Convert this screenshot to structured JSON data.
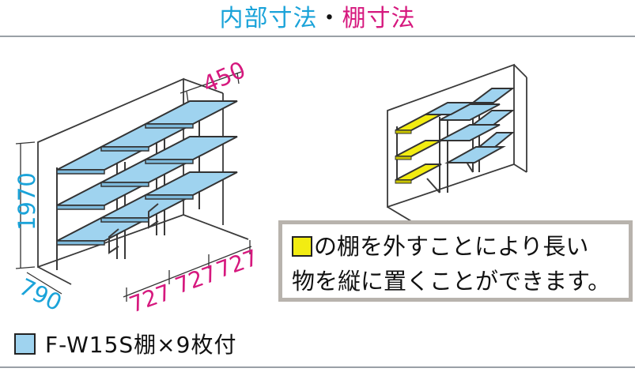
{
  "header": {
    "title_inner": "内部寸法",
    "separator": "・",
    "title_shelf": "棚寸法"
  },
  "dimensions": {
    "height": "1970",
    "depth": "790",
    "shelf_depth": "450",
    "widths": [
      "727",
      "727",
      "727"
    ]
  },
  "note": {
    "line1": "の棚を外すことにより長い",
    "line2": "物を縦に置くことができます。"
  },
  "legend": {
    "text": "F-W15S棚×9枚付"
  },
  "colors": {
    "cyan": "#1aa3d9",
    "magenta": "#d6187e",
    "shelf_blue": "#9fd3ef",
    "shelf_yellow": "#f2ec12",
    "note_border": "#b8b3ad"
  }
}
